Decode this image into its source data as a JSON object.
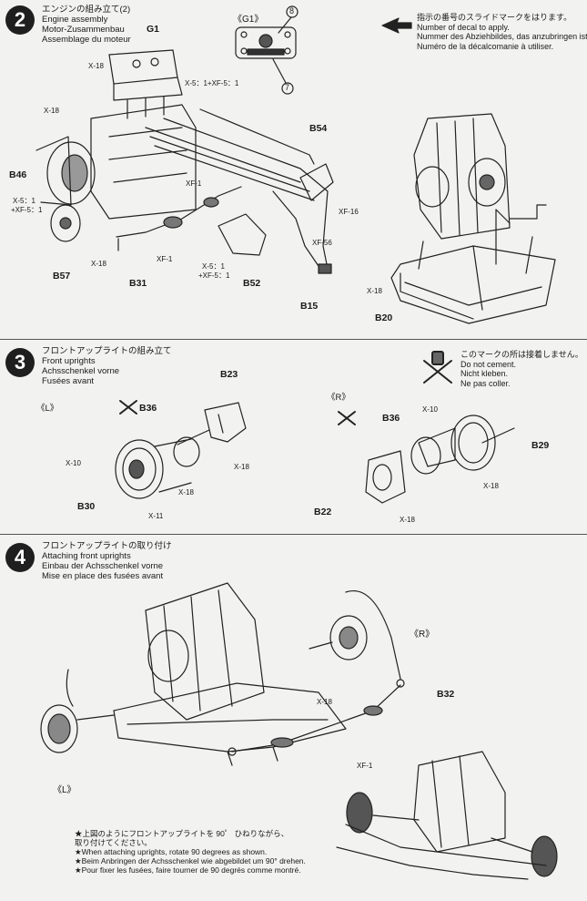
{
  "steps": {
    "s2": {
      "num": "2",
      "title_jp": "エンジンの組み立て(2)",
      "title_en": "Engine assembly",
      "title_de": "Motor-Zusammenbau",
      "title_fr": "Assemblage du moteur"
    },
    "s3": {
      "num": "3",
      "title_jp": "フロントアップライトの組み立て",
      "title_en": "Front uprights",
      "title_de": "Achsschenkel vorne",
      "title_fr": "Fusées avant"
    },
    "s4": {
      "num": "4",
      "title_jp": "フロントアップライトの取り付け",
      "title_en": "Attaching front uprights",
      "title_de": "Einbau der Achsschenkel vorne",
      "title_fr": "Mise en place des fusées avant"
    }
  },
  "decal_note": {
    "jp": "指示の番号のスライドマークをはります。",
    "en": "Number of decal to apply.",
    "de": "Nummer des Abziehbildes, das anzubringen ist.",
    "fr": "Numéro de la décalcomanie à utiliser."
  },
  "cement_note": {
    "jp": "このマークの所は接着しません。",
    "en": "Do not cement.",
    "de": "Nicht kleben.",
    "fr": "Ne pas coller."
  },
  "labels": {
    "g1": "G1",
    "g1_box": "《G1》",
    "decal_8": "8",
    "decal_7": "7",
    "b54": "B54",
    "b46": "B46",
    "b57": "B57",
    "b31": "B31",
    "b52": "B52",
    "b15": "B15",
    "b20": "B20",
    "b23": "B23",
    "b36_l": "B36",
    "b30": "B30",
    "b36_r": "B36",
    "b29": "B29",
    "b22": "B22",
    "b32": "B32",
    "left": "《L》",
    "right": "《R》",
    "left4": "《L》",
    "right4": "《R》"
  },
  "screws": {
    "x18_a": "X-18",
    "x5_xf5_a": "X-5：1+XF-5：1",
    "x18_b": "X-18",
    "x5_b": "X-5：1",
    "xf5_b": "+XF-5：1",
    "xf1_a": "XF-1",
    "x18_c": "X-18",
    "xf1_b": "XF-1",
    "x5_c": "X-5：1",
    "xf5_c": "+XF-5：1",
    "xf16": "XF-16",
    "xf56": "XF-56",
    "x18_d": "X-18",
    "x10_l": "X-10",
    "x18_l1": "X-18",
    "x18_l2": "X-18",
    "x11": "X-11",
    "x10_r": "X-10",
    "x18_r1": "X-18",
    "x18_r2": "X-18",
    "x18_s4": "X-18",
    "xf1_s4": "XF-1"
  },
  "footnote": {
    "jp1": "★上図のようにフロントアップライトを 90゜ ひねりながら、",
    "jp2": "取り付けてください。",
    "en": "★When attaching uprights, rotate 90 degrees as shown.",
    "de": "★Beim Anbringen der Achsschenkel wie abgebildet um 90° drehen.",
    "fr": "★Pour fixer les fusées, faire tourner de 90 degrés comme montré."
  }
}
